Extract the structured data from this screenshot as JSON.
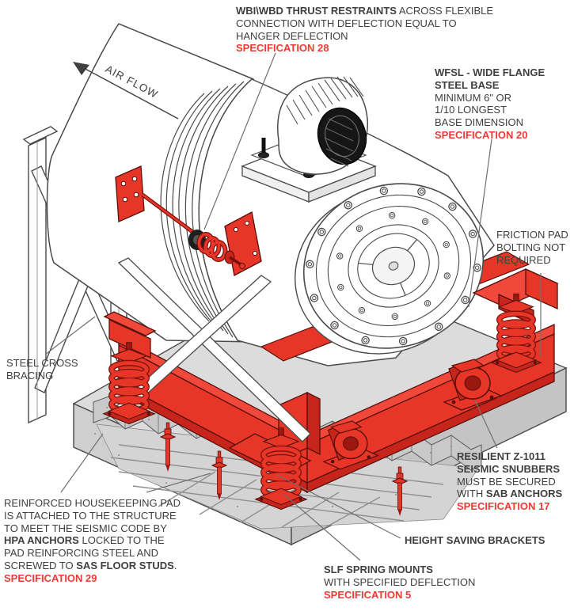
{
  "diagram_title": "Seismically restrained fan installation diagram",
  "colors": {
    "accent_red": "#e73528",
    "dark_red": "#9c1710",
    "spec_text_red": "#ee3a33",
    "text": "#3f3e41",
    "concrete": "#dcdcdc",
    "linework": "#4a4a4a"
  },
  "air_flow_label": "AIR FLOW",
  "callouts": {
    "thrust": {
      "bold": "WBI\\WBD THRUST RESTRAINTS",
      "rest": " ACROSS FLEXIBLE",
      "line2": "CONNECTION WITH DEFLECTION EQUAL TO",
      "line3": "HANGER DEFLECTION",
      "spec": "SPECIFICATION 28"
    },
    "wfsl": {
      "bold1": "WFSL - WIDE FLANGE",
      "bold2": "STEEL BASE",
      "line3": "MINIMUM 6\" OR",
      "line4": "1/10 LONGEST",
      "line5": "BASE DIMENSION",
      "spec": "SPECIFICATION 20"
    },
    "friction": {
      "line1": "FRICTION PAD",
      "line2": "BOLTING NOT",
      "line3": "REQUIRED"
    },
    "steel_cross": {
      "line1": "STEEL CROSS",
      "line2": "BRACING"
    },
    "resilient": {
      "bold1": "RESILIENT Z-1011",
      "bold2": "SEISMIC SNUBBERS",
      "line3": "MUST BE SECURED",
      "line4_pre": "WITH ",
      "line4_bold": "SAB ANCHORS",
      "spec": "SPECIFICATION 17"
    },
    "housekeeping": {
      "line1": "REINFORCED HOUSEKEEPING PAD",
      "line2": "IS ATTACHED TO THE STRUCTURE",
      "line3": "TO MEET THE SEISMIC CODE BY",
      "line4_bold": "HPA ANCHORS",
      "line4_rest": " LOCKED TO THE",
      "line5": "PAD REINFORCING STEEL AND",
      "line6_pre": "SCREWED TO ",
      "line6_bold": "SAS FLOOR STUDS",
      "line6_post": ".",
      "spec": "SPECIFICATION 29"
    },
    "height_brackets": {
      "line1": "HEIGHT SAVING BRACKETS"
    },
    "slf": {
      "bold1": "SLF SPRING MOUNTS",
      "line2": "WITH SPECIFIED DEFLECTION",
      "spec": "SPECIFICATION 5"
    }
  }
}
